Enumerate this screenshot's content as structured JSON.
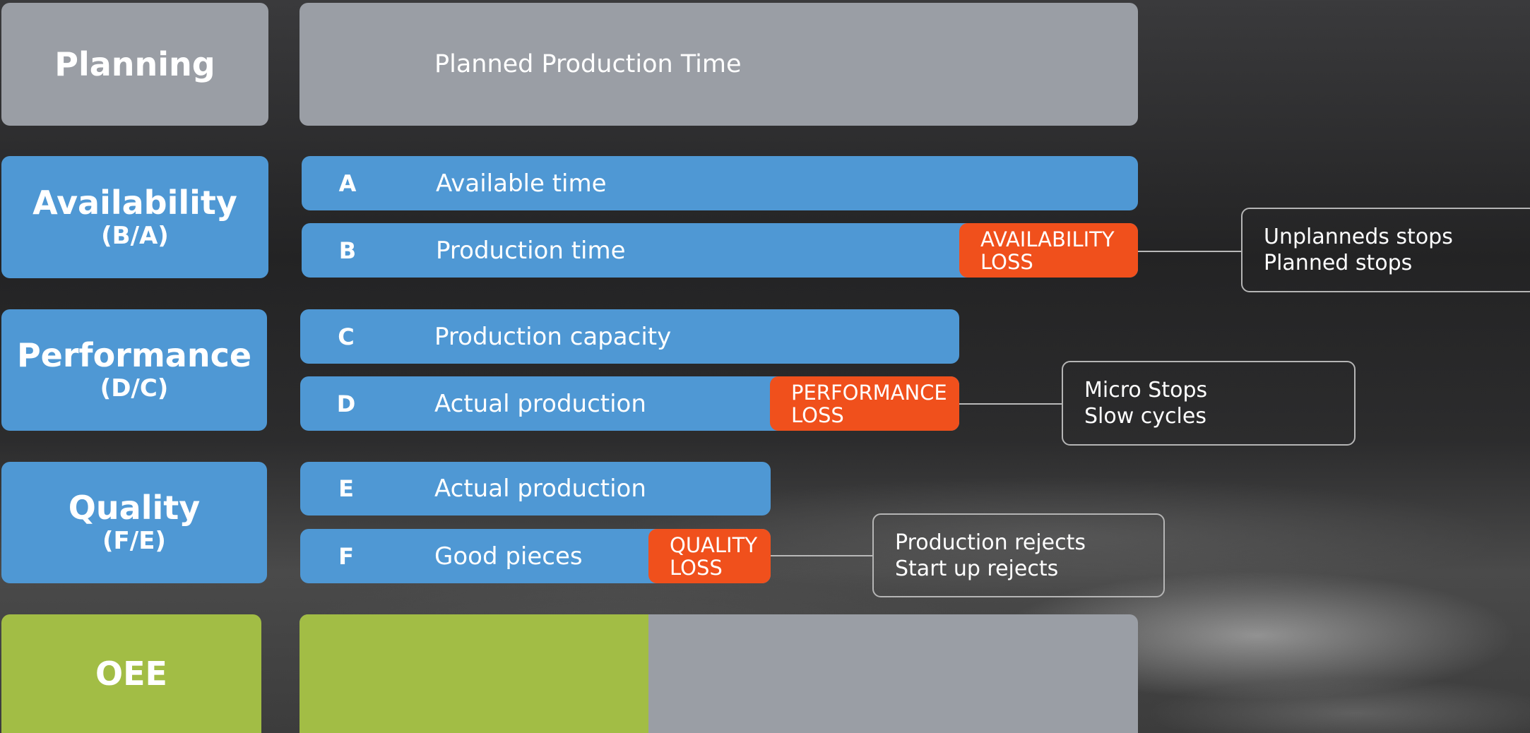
{
  "categories": {
    "planning": {
      "name": "Planning"
    },
    "availability": {
      "name": "Availability",
      "formula": "(B/A)"
    },
    "performance": {
      "name": "Performance",
      "formula": "(D/C)"
    },
    "quality": {
      "name": "Quality",
      "formula": "(F/E)"
    },
    "oee": {
      "name": "OEE"
    }
  },
  "planned_time_label": "Planned Production Time",
  "bars": {
    "a": {
      "letter": "A",
      "label": "Available time"
    },
    "b": {
      "letter": "B",
      "label": "Production time"
    },
    "c": {
      "letter": "C",
      "label": "Production capacity"
    },
    "d": {
      "letter": "D",
      "label": "Actual production"
    },
    "e": {
      "letter": "E",
      "label": "Actual production"
    },
    "f": {
      "letter": "F",
      "label": "Good pieces"
    }
  },
  "losses": {
    "availability": {
      "line1": "AVAILABILITY",
      "line2": "LOSS"
    },
    "performance": {
      "line1": "PERFORMANCE",
      "line2": "LOSS"
    },
    "quality": {
      "line1": "QUALITY",
      "line2": "LOSS"
    }
  },
  "loss_reasons": {
    "availability": [
      "Unplanneds stops",
      "Planned stops"
    ],
    "performance": [
      "Micro Stops",
      "Slow cycles"
    ],
    "quality": [
      "Production rejects",
      "Start up rejects"
    ]
  },
  "colors": {
    "category_gray": "#9a9ea5",
    "bar_blue": "#4f98d4",
    "loss_orange": "#f0501c",
    "oee_green": "#a2bd45"
  }
}
